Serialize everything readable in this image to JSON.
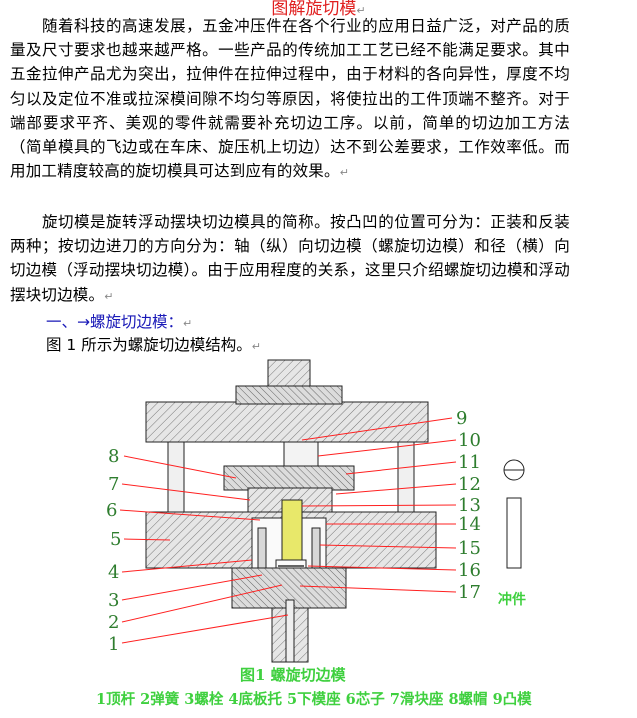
{
  "title": "图解旋切模",
  "para_mark": "↵",
  "paragraph1": "随着科技的高速发展，五金冲压件在各个行业的应用日益广泛，对产品的质量及尺寸要求也越来越严格。一些产品的传统加工工艺已经不能满足要求。其中五金拉伸产品尤为突出，拉伸件在拉伸过程中，由于材料的各向异性，厚度不均匀以及定位不准或拉深模间隙不均匀等原因，将使拉出的工件顶端不整齐。对于端部要求平齐、美观的零件就需要补充切边工序。以前，简单的切边加工方法（简单模具的飞边或在车床、旋压机上切边）达不到公差要求，工作效率低。而用加工精度较高的旋切模具可达到应有的效果。",
  "paragraph2": "旋切模是旋转浮动摆块切边模具的简称。按凸凹的位置可分为：正装和反装两种；按切边进刀的方向分为：轴（纵）向切边模（螺旋切边模）和径（横）向切边模（浮动摆块切边模）。由于应用程度的关系，这里只介绍螺旋切边模和浮动摆块切边模。",
  "section_heading": "一、→螺旋切边模：",
  "figure_intro": "图 1 所示为螺旋切边模结构。",
  "figure": {
    "callouts_left": [
      "8",
      "7",
      "6",
      "5",
      "4",
      "3",
      "2",
      "1"
    ],
    "callouts_right": [
      "9",
      "10",
      "11",
      "12",
      "13",
      "14",
      "15",
      "16",
      "17"
    ],
    "workpiece_label": "冲件",
    "caption": "图1  螺旋切边模",
    "legend_line1": "1顶杆  2弹簧  3螺栓 4底板托 5下模座  6芯子 7滑块座 8螺帽 9凸模",
    "legend_line2": ""
  },
  "colors": {
    "title": "#e02020",
    "heading": "#1a1ab8",
    "callout": "#2e7d2e",
    "caption": "#3fd03f",
    "leader": "#ff2020"
  }
}
